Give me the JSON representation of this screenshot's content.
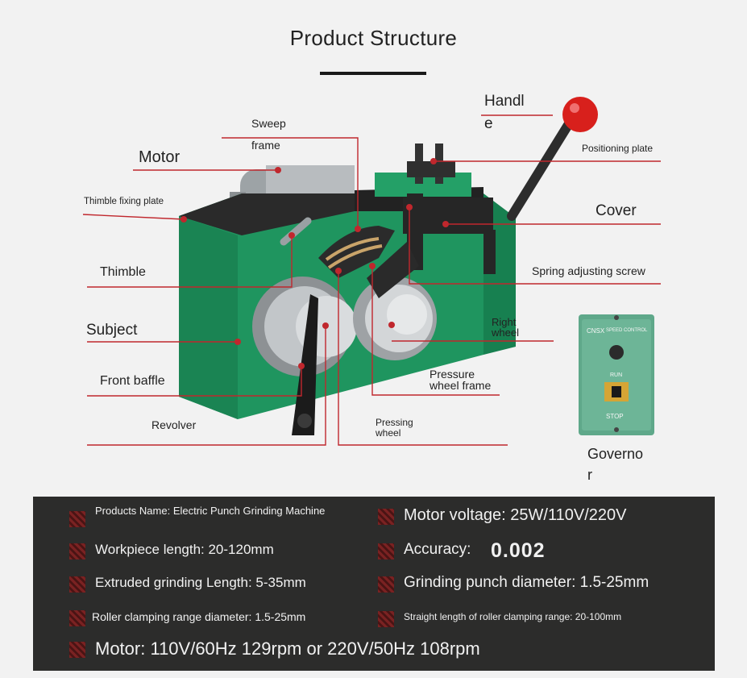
{
  "header": {
    "title": "Product Structure"
  },
  "labels": {
    "handle_a": "Handl",
    "handle_b": "e",
    "sweep_a": "Sweep",
    "sweep_b": "frame",
    "motor": "Motor",
    "positioning_plate": "Positioning plate",
    "thimble_fixing_plate": "Thimble fixing plate",
    "cover": "Cover",
    "thimble": "Thimble",
    "spring_adjusting_screw": "Spring adjusting screw",
    "subject": "Subject",
    "right_wheel_a": "Right",
    "right_wheel_b": "wheel",
    "front_baffle": "Front baffle",
    "pressure_wheel_frame_a": "Pressure",
    "pressure_wheel_frame_b": "wheel frame",
    "revolver": "Revolver",
    "pressing_wheel_a": "Pressing",
    "pressing_wheel_b": "wheel",
    "governor_a": "Governo",
    "governor_b": "r"
  },
  "governor_panel": {
    "brand": "CNSX",
    "title": "SPEED CONTROL",
    "run": "RUN",
    "stop": "STOP"
  },
  "specs": {
    "product_name": "Products Name: Electric Punch Grinding Machine",
    "motor_voltage": "Motor voltage: 25W/110V/220V",
    "workpiece_length": "Workpiece length: 20-120mm",
    "accuracy_label": "Accuracy:",
    "accuracy_value": "0.002",
    "extruded_length": "Extruded grinding Length: 5-35mm",
    "punch_diameter": "Grinding punch diameter: 1.5-25mm",
    "roller_range": "Roller clamping range diameter: 1.5-25mm",
    "straight_length": "Straight length of roller clamping range: 20-100mm",
    "motor": "Motor: 110V/60Hz 129rpm or 220V/50Hz 108rpm"
  },
  "colors": {
    "callout_line": "#c0272d",
    "body_green": "#23a16a",
    "spec_bg": "#2c2c2b",
    "handle_ball": "#d8201c"
  }
}
